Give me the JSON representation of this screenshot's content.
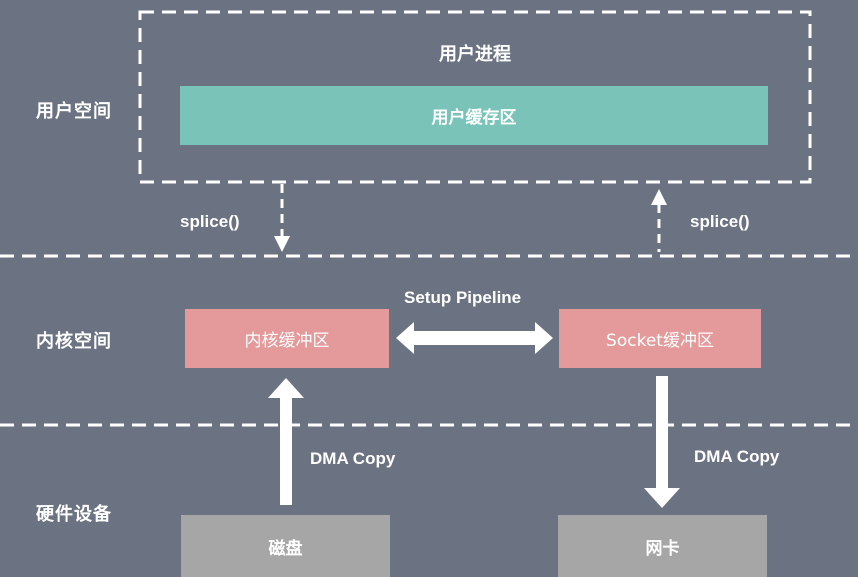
{
  "layers": {
    "user_space": "用户空间",
    "kernel_space": "内核空间",
    "hardware": "硬件设备"
  },
  "user_process": {
    "title": "用户进程",
    "buffer": "用户缓存区"
  },
  "kernel": {
    "kernel_buffer": "内核缓冲区",
    "socket_buffer": "Socket缓冲区",
    "pipeline_label": "Setup Pipeline"
  },
  "hardware": {
    "disk": "磁盘",
    "nic": "网卡"
  },
  "edges": {
    "splice_down": "splice()",
    "splice_up": "splice()",
    "dma_left": "DMA Copy",
    "dma_right": "DMA Copy"
  },
  "colors": {
    "background": "#6b7281",
    "user_buffer": "#79c3b8",
    "kernel_box": "#e49a9a",
    "hardware_box": "#a6a6a6",
    "line": "#ffffff"
  }
}
